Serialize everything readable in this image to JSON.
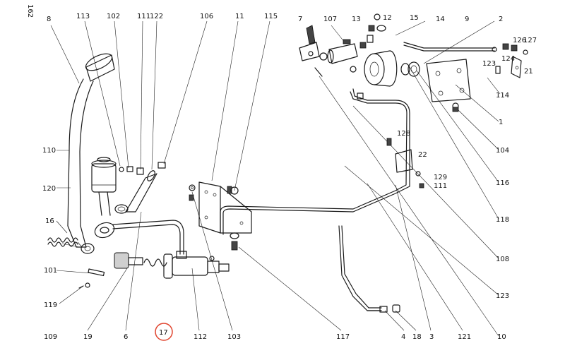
{
  "diagram": {
    "page_ref": "162",
    "highlighted_label": "17",
    "highlight_color": "#e0452f",
    "labels": [
      "8",
      "113",
      "102",
      "111",
      "122",
      "106",
      "11",
      "115",
      "7",
      "107",
      "13",
      "12",
      "15",
      "14",
      "9",
      "2",
      "126",
      "127",
      "124",
      "123",
      "21",
      "114",
      "1",
      "104",
      "116",
      "118",
      "108",
      "123",
      "10",
      "121",
      "3",
      "18",
      "4",
      "117",
      "103",
      "112",
      "17",
      "6",
      "19",
      "109",
      "119",
      "101",
      "16",
      "120",
      "110",
      "128",
      "22",
      "129",
      "111"
    ]
  }
}
